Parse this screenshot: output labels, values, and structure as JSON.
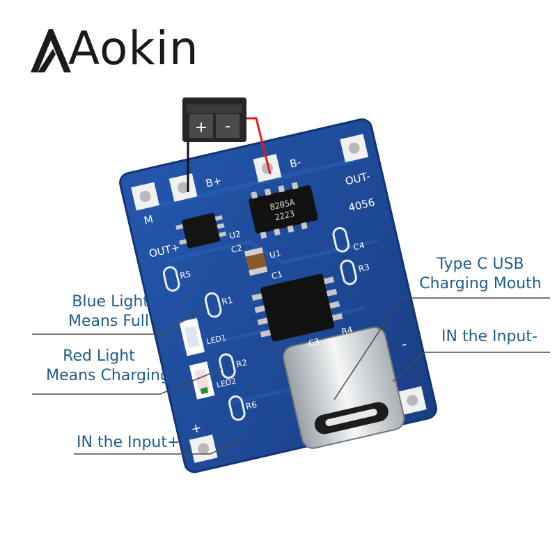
{
  "logo": {
    "brand": "Aokin"
  },
  "board": {
    "pin_labels": {
      "m": "M",
      "b_plus": "B+",
      "b_minus": "B-",
      "out_minus": "OUT-",
      "out_plus": "OUT+",
      "chip_code": "4056",
      "minus": "-",
      "plus": "+"
    },
    "components": {
      "mosfet_top": "8205A",
      "mosfet_bottom": "2223",
      "u2": "U2",
      "u1": "U1",
      "c1": "C1",
      "c2": "C2",
      "c3": "C3",
      "c4": "C4",
      "r1": "R1",
      "r2": "R2",
      "r3": "R3",
      "r4": "R4",
      "r5": "R5",
      "r6": "R6",
      "led1": "LED1",
      "led2": "LED2"
    },
    "connector": {
      "plus": "+",
      "minus": "-"
    }
  },
  "callouts": {
    "blue_light": [
      "Blue Light",
      "Means Full"
    ],
    "red_light": [
      "Red Light",
      "Means Charging"
    ],
    "type_c": [
      "Type C USB",
      "Charging Mouth"
    ],
    "in_minus": "IN the Input-",
    "in_plus": "IN the Input+"
  },
  "colors": {
    "pcb": "#1f4f9e",
    "pcb_dark": "#173d7d",
    "callout_text": "#1f5c8c",
    "silkscreen": "#ffffff",
    "red_wire": "#e21c1c",
    "black_wire": "#111111"
  }
}
